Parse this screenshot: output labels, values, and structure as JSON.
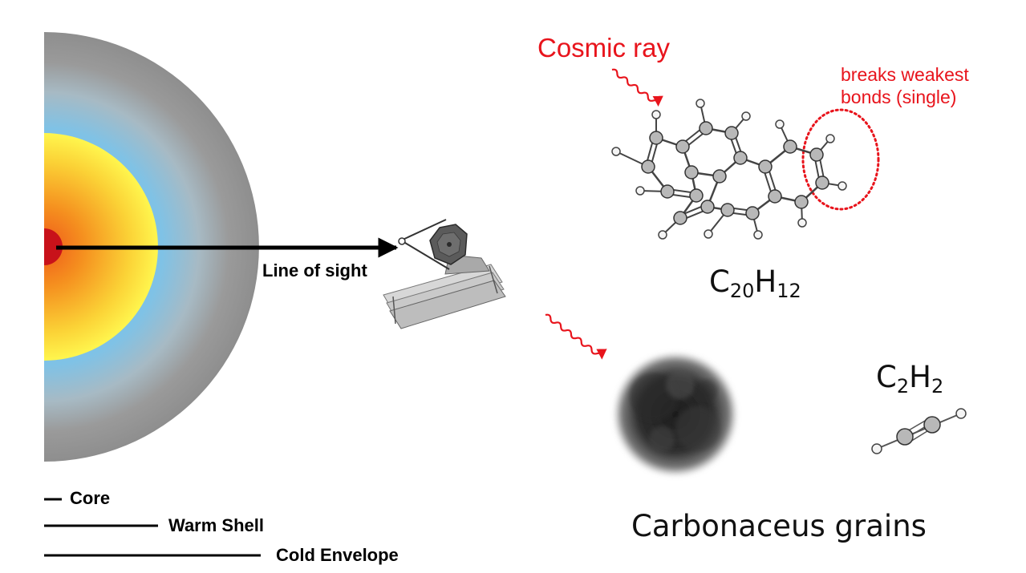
{
  "labels": {
    "line_of_sight": "Line of sight",
    "cosmic_ray": "Cosmic ray",
    "breaks_line1": "breaks weakest",
    "breaks_line2": "bonds (single)",
    "molecule_big": {
      "c": "C",
      "c_sub": "20",
      "h": "H",
      "h_sub": "12"
    },
    "molecule_small": {
      "c": "C",
      "c_sub": "2",
      "h": "H",
      "h_sub": "2"
    },
    "carbonaceous": "Carbonaceus grains"
  },
  "legend": [
    {
      "label": "Core"
    },
    {
      "label": "Warm Shell"
    },
    {
      "label": "Cold Envelope"
    }
  ],
  "colors": {
    "core": "#c8121a",
    "warm_center": "#f07a1e",
    "warm_edge": "#fff04a",
    "shell": "#7fc2e6",
    "envelope": "#9a9a9a",
    "accent_red": "#e8141c",
    "atom": "#b8b8b8"
  }
}
